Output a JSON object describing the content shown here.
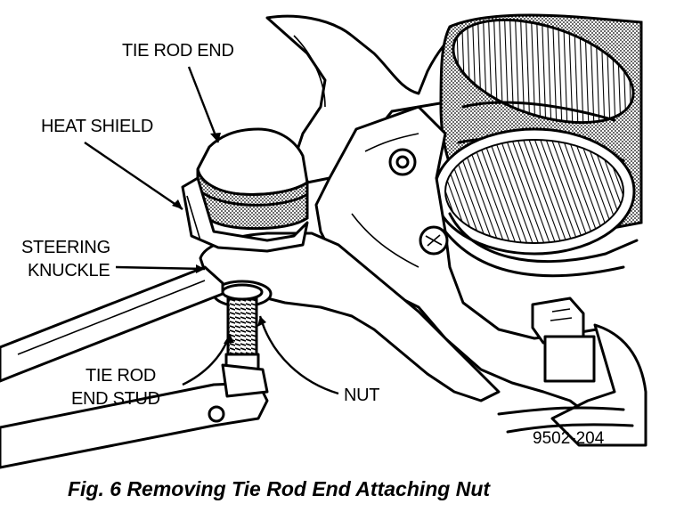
{
  "labels": {
    "tie_rod_end": "TIE ROD END",
    "heat_shield": "HEAT SHIELD",
    "steering_knuckle_line1": "STEERING",
    "steering_knuckle_line2": "KNUCKLE",
    "tie_rod_end_stud_line1": "TIE ROD",
    "tie_rod_end_stud_line2": "END STUD",
    "nut": "NUT"
  },
  "figure_number": "9502-204",
  "caption": "Fig. 6 Removing Tie Rod End Attaching Nut",
  "colors": {
    "ink": "#000000",
    "paper": "#ffffff",
    "shade": "#9a9a9a"
  }
}
